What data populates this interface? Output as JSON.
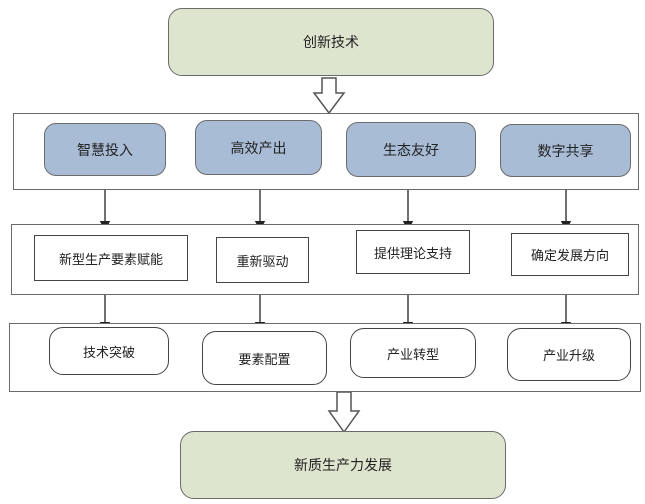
{
  "top": {
    "label": "创新技术"
  },
  "row1": [
    "智慧投入",
    "高效产出",
    "生态友好",
    "数字共享"
  ],
  "row2": [
    "新型生产要素赋能",
    "重新驱动",
    "提供理论支持",
    "确定发展方向"
  ],
  "row3": [
    "技术突破",
    "要素配置",
    "产业转型",
    "产业升级"
  ],
  "bottom": {
    "label": "新质生产力发展"
  },
  "colors": {
    "green": "#dde5cf",
    "blue": "#a9bcd6",
    "border": "#6b6b6b"
  }
}
